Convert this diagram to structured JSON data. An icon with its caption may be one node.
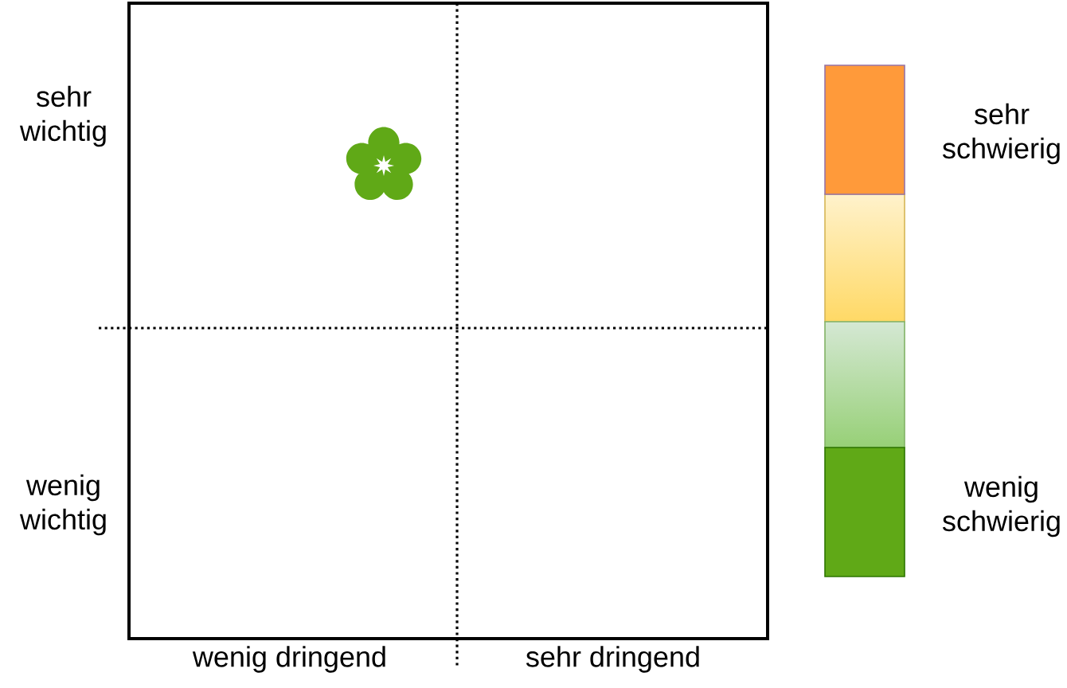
{
  "diagram": {
    "labels": [
      "sehr wichtig",
      "wenig wichtig",
      "wenig dringend",
      "sehr dringend"
    ],
    "legend": [
      {
        "text": "sehr schwierig",
        "color": "#ff9a3a"
      },
      {
        "text": "wenig schwierig",
        "color": "#60a917"
      }
    ]
  }
}
